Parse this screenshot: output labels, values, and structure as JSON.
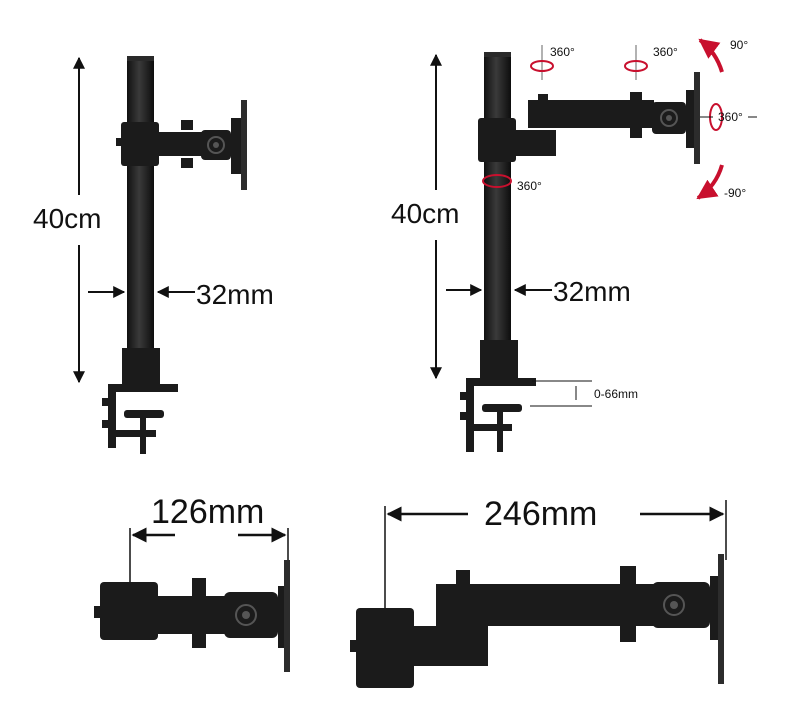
{
  "colors": {
    "metal": "#1b1b1b",
    "metal_light": "#3a3a3a",
    "rotation_accent": "#c8102e",
    "dimension_line": "#111111"
  },
  "single_arm": {
    "height_label": "40cm",
    "pole_diameter_label": "32mm"
  },
  "double_arm": {
    "height_label": "40cm",
    "pole_diameter_label": "32mm",
    "clamp_range_label": "0-66mm",
    "rotations": {
      "pole_swivel": "360°",
      "arm_joint_swivel": "360°",
      "head_swivel": "360°",
      "screen_rotation": "360°",
      "tilt_up": "90°",
      "tilt_down": "-90°"
    }
  },
  "top_views": {
    "single_reach_label": "126mm",
    "double_reach_label": "246mm"
  }
}
